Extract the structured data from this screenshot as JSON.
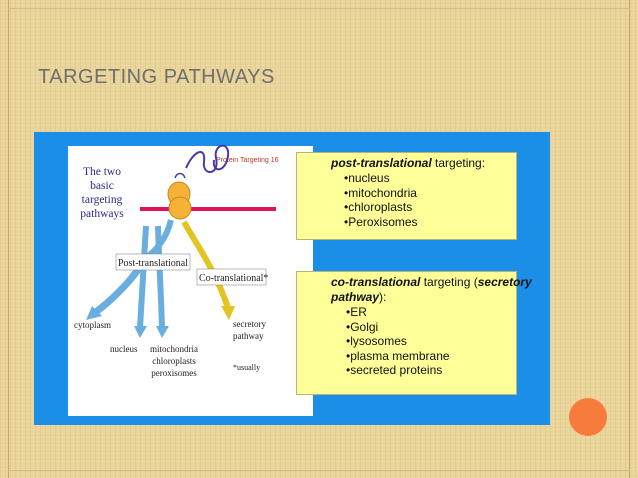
{
  "slide": {
    "title": "TARGETING PATHWAYS"
  },
  "figure": {
    "left_caption": [
      "The two",
      "basic",
      "targeting",
      "pathways"
    ],
    "corner_tag": "Protein Targeting 16",
    "post_label": "Post-translational",
    "co_label": "Co-translational*",
    "destinations": {
      "cytoplasm": "cytoplasm",
      "nucleus": "nucleus",
      "mito": [
        "mitochondria",
        "chloroplasts",
        "peroxisomes"
      ],
      "secretory": [
        "secretory",
        "pathway"
      ],
      "footnote": "*usually"
    }
  },
  "post_box": {
    "heading_bold": "post-translational",
    "heading_rest": " targeting:",
    "items": [
      "•nucleus",
      "•mitochondria",
      "•chloroplasts",
      "•Peroxisomes"
    ]
  },
  "co_box": {
    "heading_bold": "co-translational",
    "heading_mid": " targeting (",
    "heading_bold2": "secretory",
    "heading_bold3": "pathway",
    "heading_end": "):",
    "items": [
      "•ER",
      "•Golgi",
      "•lysosomes",
      "•plasma membrane",
      "•secreted proteins"
    ]
  },
  "colors": {
    "panel": "#1b8fe8",
    "box_fill": "#ffff99",
    "membrane": "#e0115f",
    "ribosome": "#f5b236",
    "post_arrow": "#6aaee0",
    "co_arrow": "#e2c422",
    "accent_circle": "#f77b3a"
  }
}
